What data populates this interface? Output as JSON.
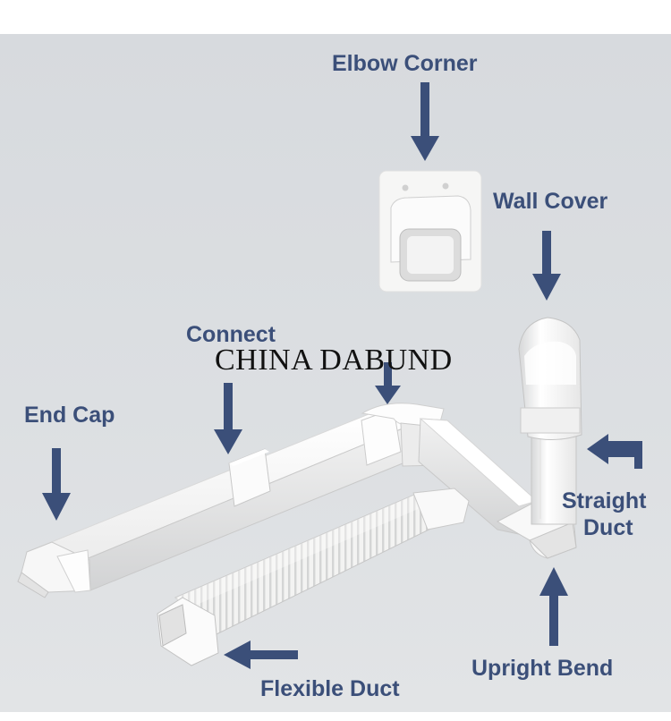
{
  "labels": {
    "elbow_corner": "Elbow Corner",
    "wall_cover": "Wall Cover",
    "connect": "Connect",
    "end_cap": "End Cap",
    "straight_duct_line1": "Straight",
    "straight_duct_line2": "Duct",
    "upright_bend": "Upright Bend",
    "flexible_duct": "Flexible Duct"
  },
  "watermark": "CHINA DABUND",
  "colors": {
    "label_text": "#3b4f79",
    "arrow": "#3b4f79",
    "background": "#dadde0",
    "duct_white": "#f7f7f6"
  }
}
